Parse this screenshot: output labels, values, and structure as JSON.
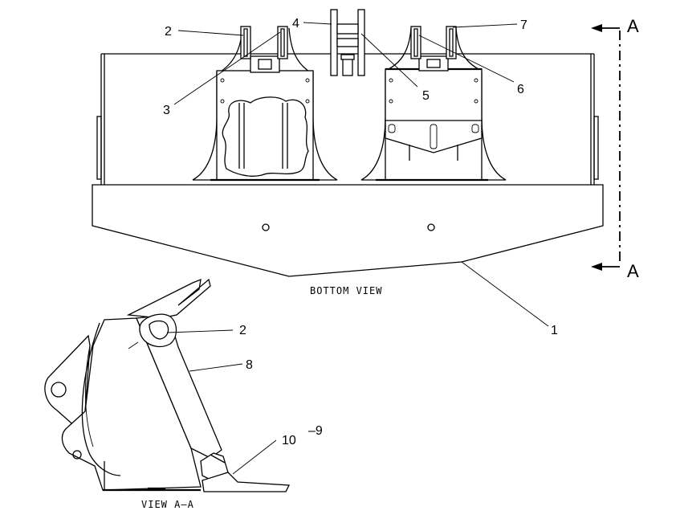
{
  "views": {
    "bottom_view_caption": "BOTTOM VIEW",
    "view_aa_caption": "VIEW A–A"
  },
  "section_marks": {
    "top": "A",
    "bottom": "A"
  },
  "callouts": {
    "c1": "1",
    "c2_top": "2",
    "c2_side": "2",
    "c3": "3",
    "c4": "4",
    "c5": "5",
    "c6": "6",
    "c7": "7",
    "c8": "8",
    "c9": "–9",
    "c10": "10"
  }
}
